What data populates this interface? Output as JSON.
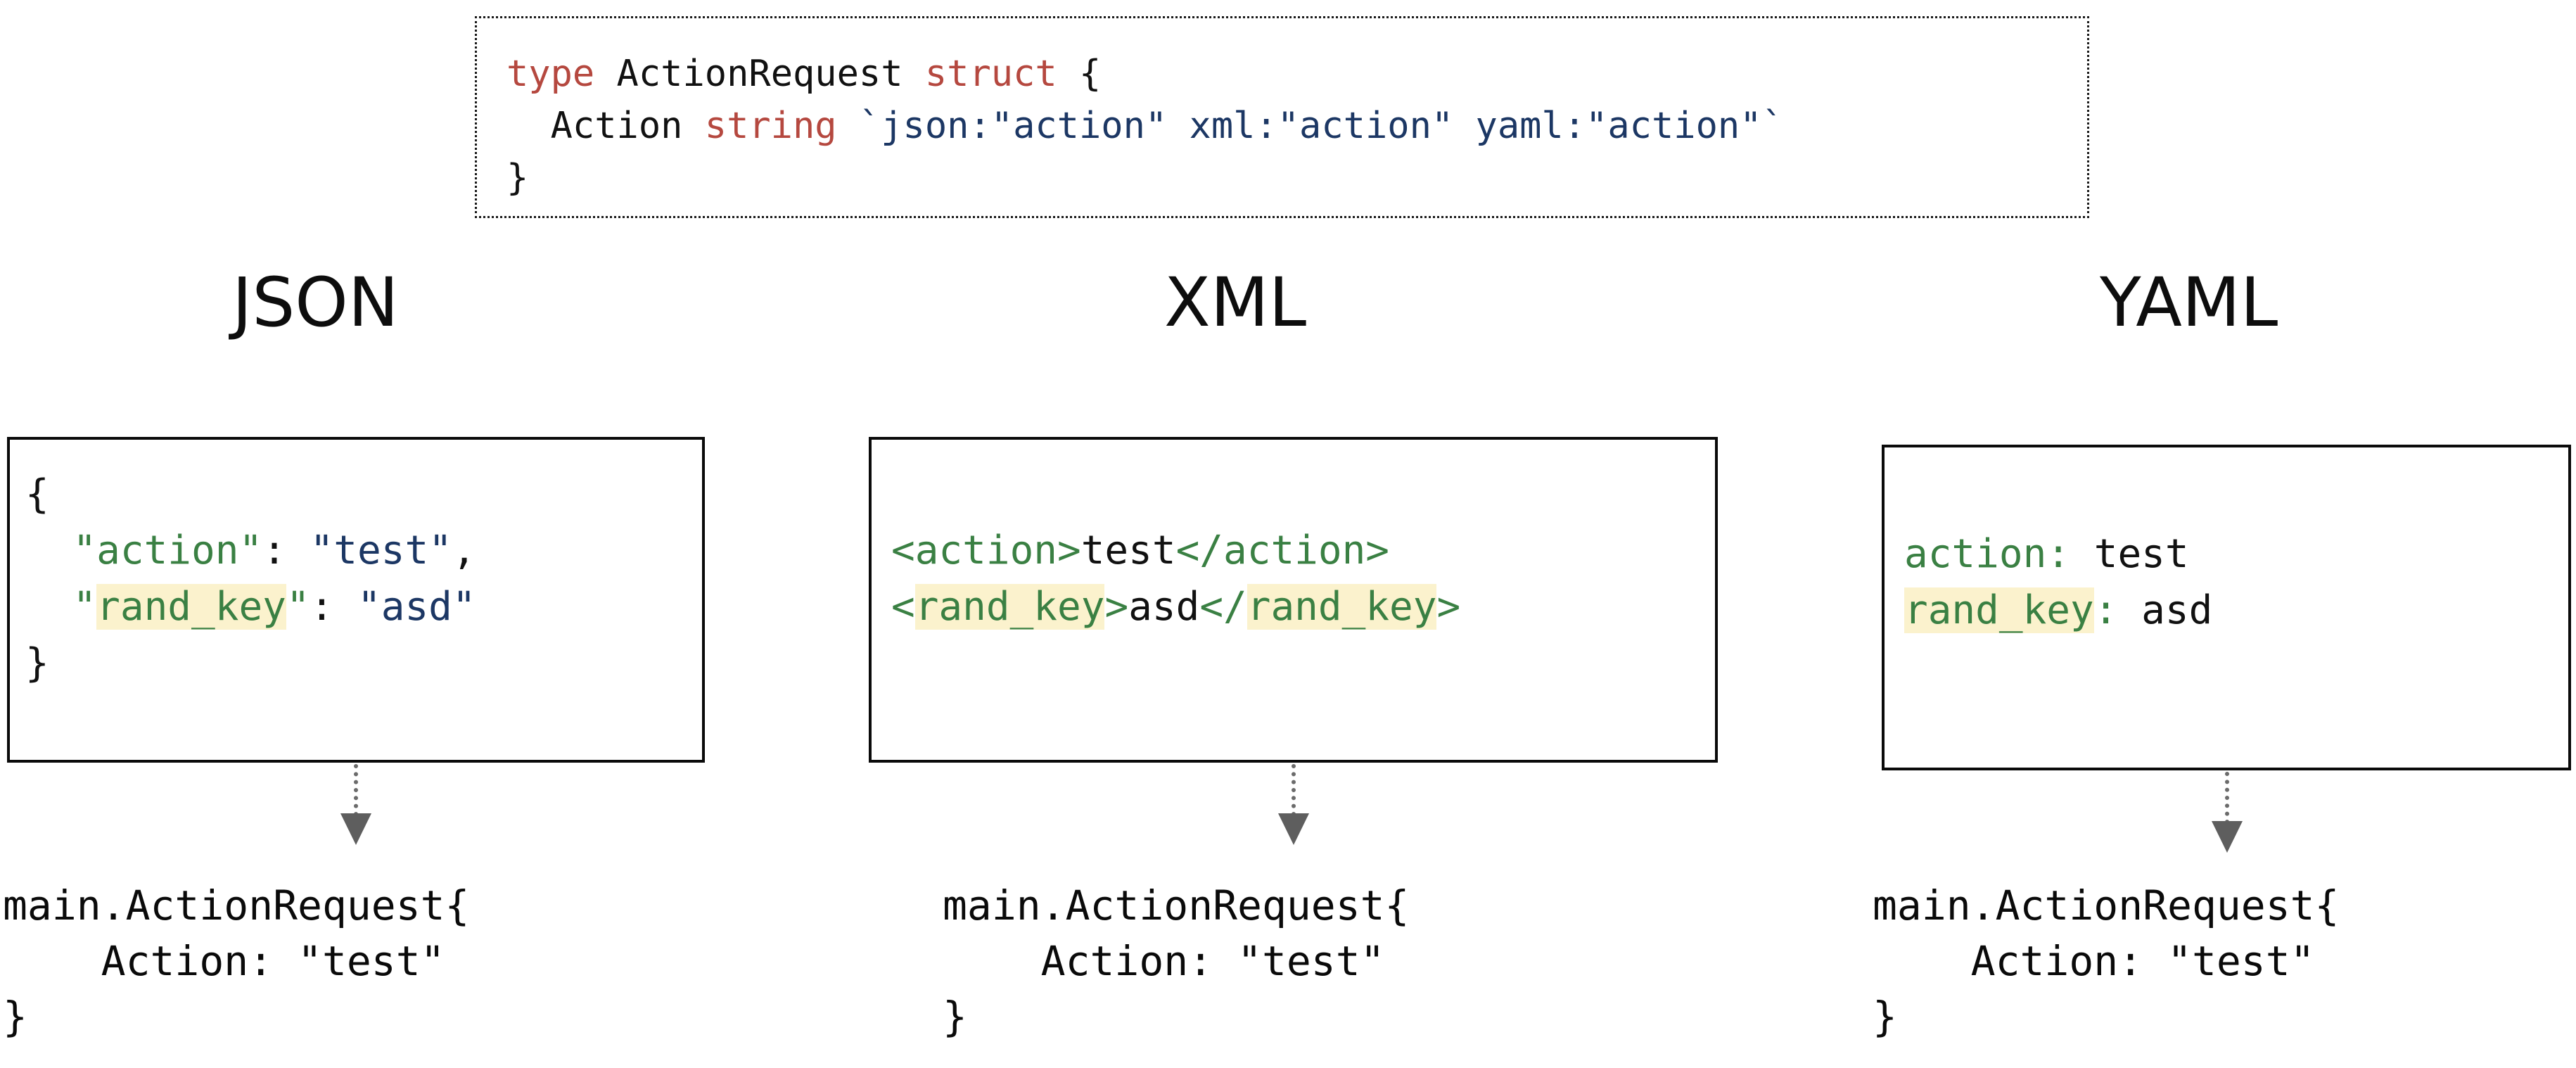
{
  "struct_block": {
    "name": "go-struct-definition",
    "lines": [
      [
        {
          "t": "type",
          "c": "red"
        },
        {
          "t": " ActionRequest ",
          "c": "black"
        },
        {
          "t": "struct",
          "c": "red"
        },
        {
          "t": " {",
          "c": "black"
        }
      ],
      [
        {
          "t": "  Action ",
          "c": "black"
        },
        {
          "t": "string",
          "c": "red"
        },
        {
          "t": " ",
          "c": "black"
        },
        {
          "t": "`json:\"action\" xml:\"action\" yaml:\"action\"`",
          "c": "blue"
        }
      ],
      [
        {
          "t": "}",
          "c": "black"
        }
      ]
    ],
    "plain_text": "type ActionRequest struct {\n  Action string `json:\"action\" xml:\"action\" yaml:\"action\"`\n}"
  },
  "columns": [
    {
      "id": "json",
      "title": "JSON",
      "payload_lines": [
        [
          {
            "t": "{",
            "c": "black"
          }
        ],
        [
          {
            "t": "  ",
            "c": "black"
          },
          {
            "t": "\"action\"",
            "c": "green"
          },
          {
            "t": ": ",
            "c": "black"
          },
          {
            "t": "\"test\"",
            "c": "blue"
          },
          {
            "t": ",",
            "c": "black"
          }
        ],
        [
          {
            "t": "  ",
            "c": "black"
          },
          {
            "t": "\"",
            "c": "green"
          },
          {
            "t": "rand_key",
            "c": "green",
            "hl": true
          },
          {
            "t": "\"",
            "c": "green"
          },
          {
            "t": ": ",
            "c": "black"
          },
          {
            "t": "\"asd\"",
            "c": "blue"
          }
        ],
        [
          {
            "t": "}",
            "c": "black"
          }
        ]
      ],
      "payload_text": "{\n  \"action\": \"test\",\n  \"rand_key\": \"asd\"\n}",
      "output_lines": [
        "main.ActionRequest{",
        "    Action: \"test\"",
        "}"
      ],
      "output_text": "main.ActionRequest{\n    Action: \"test\"\n}"
    },
    {
      "id": "xml",
      "title": "XML",
      "payload_lines": [
        [
          {
            "t": "<action>",
            "c": "green"
          },
          {
            "t": "test",
            "c": "black"
          },
          {
            "t": "</action>",
            "c": "green"
          }
        ],
        [
          {
            "t": "<",
            "c": "green"
          },
          {
            "t": "rand_key",
            "c": "green",
            "hl": true
          },
          {
            "t": ">",
            "c": "green"
          },
          {
            "t": "asd",
            "c": "black"
          },
          {
            "t": "</",
            "c": "green"
          },
          {
            "t": "rand_key",
            "c": "green",
            "hl": true
          },
          {
            "t": ">",
            "c": "green"
          }
        ]
      ],
      "payload_text": "<action>test</action>\n<rand_key>asd</rand_key>",
      "output_lines": [
        "main.ActionRequest{",
        "    Action: \"test\"",
        "}"
      ],
      "output_text": "main.ActionRequest{\n    Action: \"test\"\n}"
    },
    {
      "id": "yaml",
      "title": "YAML",
      "payload_lines": [
        [
          {
            "t": "action",
            "c": "green"
          },
          {
            "t": ":",
            "c": "green"
          },
          {
            "t": " test",
            "c": "black"
          }
        ],
        [
          {
            "t": "rand_key",
            "c": "green",
            "hl": true
          },
          {
            "t": ":",
            "c": "green"
          },
          {
            "t": " asd",
            "c": "black"
          }
        ]
      ],
      "payload_text": "action: test\nrand_key: asd",
      "output_lines": [
        "main.ActionRequest{",
        "    Action: \"test\"",
        "}"
      ],
      "output_text": "main.ActionRequest{\n    Action: \"test\"\n}"
    }
  ],
  "colors": {
    "keyword_red": "#b5483f",
    "tag_blue": "#1c3764",
    "key_green": "#3a8043",
    "highlight_yellow": "#fbf2cd",
    "text_black": "#111111",
    "arrow_gray": "#5e5e5e",
    "box_border": "#0a0a0a"
  },
  "arrows": [
    {
      "name": "arrow-json-to-output",
      "direction": "down",
      "style": "dotted"
    },
    {
      "name": "arrow-xml-to-output",
      "direction": "down",
      "style": "dotted"
    },
    {
      "name": "arrow-yaml-to-output",
      "direction": "down",
      "style": "dotted"
    }
  ]
}
